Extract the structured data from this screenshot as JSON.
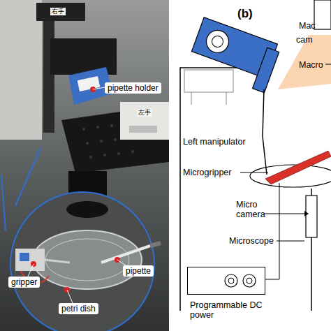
{
  "diagram": {
    "nodes": [
      {
        "text": [
          "Programmable DC power"
        ]
      }
    ],
    "labels": [
      "右手",
      "pipette holder",
      "左手",
      "gripper",
      "pipette",
      "petri dish",
      "(b)",
      "Mac",
      "cam",
      "Macro",
      "Left manipulator",
      "Microgripper",
      "Micro camera",
      "Microscope"
    ]
  }
}
